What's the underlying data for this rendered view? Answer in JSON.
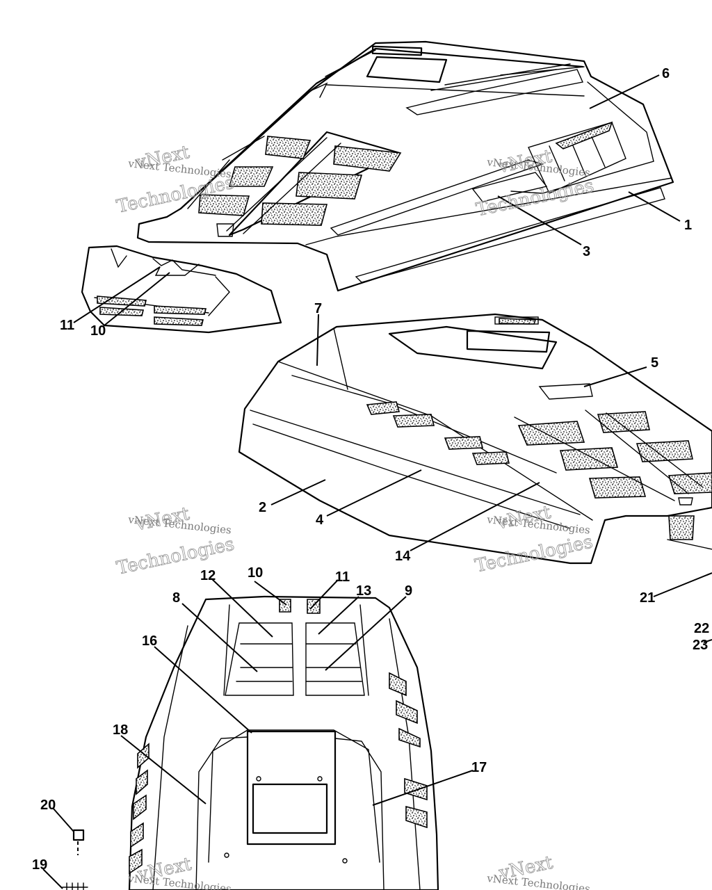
{
  "callouts": [
    {
      "id": "1",
      "label": "1"
    },
    {
      "id": "2",
      "label": "2"
    },
    {
      "id": "3",
      "label": "3"
    },
    {
      "id": "4",
      "label": "4"
    },
    {
      "id": "5",
      "label": "5"
    },
    {
      "id": "6",
      "label": "6"
    },
    {
      "id": "7",
      "label": "7"
    },
    {
      "id": "8",
      "label": "8"
    },
    {
      "id": "9",
      "label": "9"
    },
    {
      "id": "10a",
      "label": "10"
    },
    {
      "id": "10b",
      "label": "10"
    },
    {
      "id": "11a",
      "label": "11"
    },
    {
      "id": "11b",
      "label": "11"
    },
    {
      "id": "12",
      "label": "12"
    },
    {
      "id": "13",
      "label": "13"
    },
    {
      "id": "14",
      "label": "14"
    },
    {
      "id": "16",
      "label": "16"
    },
    {
      "id": "17",
      "label": "17"
    },
    {
      "id": "18",
      "label": "18"
    },
    {
      "id": "19",
      "label": "19"
    },
    {
      "id": "20",
      "label": "20"
    },
    {
      "id": "21",
      "label": "21"
    },
    {
      "id": "22",
      "label": "22"
    },
    {
      "id": "23",
      "label": "23"
    }
  ],
  "watermark": {
    "line1": "vNext",
    "line2": "Technologies",
    "small": "vNext Technologies"
  }
}
